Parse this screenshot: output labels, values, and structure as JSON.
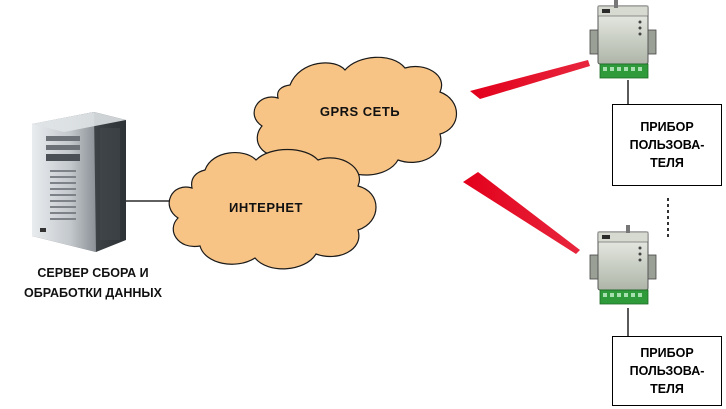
{
  "clouds": {
    "gprs": {
      "label": "GPRS СЕТЬ"
    },
    "internet": {
      "label": "ИНТЕРНЕТ"
    }
  },
  "server": {
    "caption_line1": "СЕРВЕР СБОРА И",
    "caption_line2": "ОБРАБОТКИ ДАННЫХ"
  },
  "devices": [
    {
      "line1": "ПРИБОР",
      "line2": "ПОЛЬЗОВА-",
      "line3": "ТЕЛЯ"
    },
    {
      "line1": "ПРИБОР",
      "line2": "ПОЛЬЗОВА-",
      "line3": "ТЕЛЯ"
    }
  ],
  "colors": {
    "cloud_fill": "#F8C486",
    "cloud_stroke": "#1a1a1a",
    "signal": "#E3001B",
    "modem_body": "#C9CFC2",
    "terminal_green": "#2E9A3A"
  },
  "icons": [
    "server-tower-icon",
    "gprs-modem-icon",
    "wireless-signal-icon",
    "cloud-icon"
  ]
}
